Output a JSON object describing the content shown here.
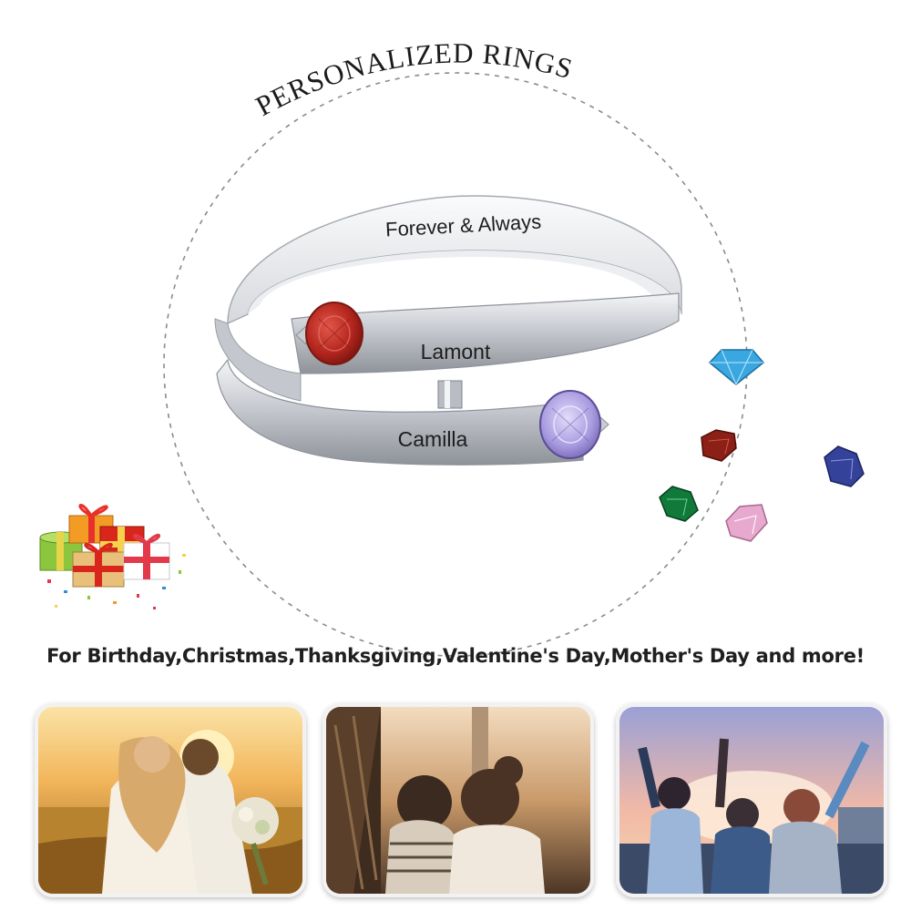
{
  "header": {
    "title": "PERSONALIZED RINGS"
  },
  "ring": {
    "inner_engraving": "Forever & Always",
    "band_top_name": "Lamont",
    "band_bottom_name": "Camilla",
    "stone_left_color": "#b3261e",
    "stone_right_color": "#a99be0",
    "metal_color": "#d9dbe0"
  },
  "loose_stones": [
    {
      "name": "blue-topaz",
      "color": "#3aa7e0"
    },
    {
      "name": "garnet",
      "color": "#8c1f16"
    },
    {
      "name": "sapphire",
      "color": "#34429a"
    },
    {
      "name": "emerald",
      "color": "#117a3b"
    },
    {
      "name": "pink-tourmaline",
      "color": "#e8a9cf"
    }
  ],
  "decor": {
    "gift_icon": "gift-boxes-icon"
  },
  "tagline": "For Birthday,Christmas,Thanksgiving,Valentine's Day,Mother's Day and more!",
  "photos": [
    {
      "scene": "wedding-couple-at-sunset"
    },
    {
      "scene": "mother-and-child-at-sunset"
    },
    {
      "scene": "friends-celebrating-at-sunset"
    }
  ]
}
